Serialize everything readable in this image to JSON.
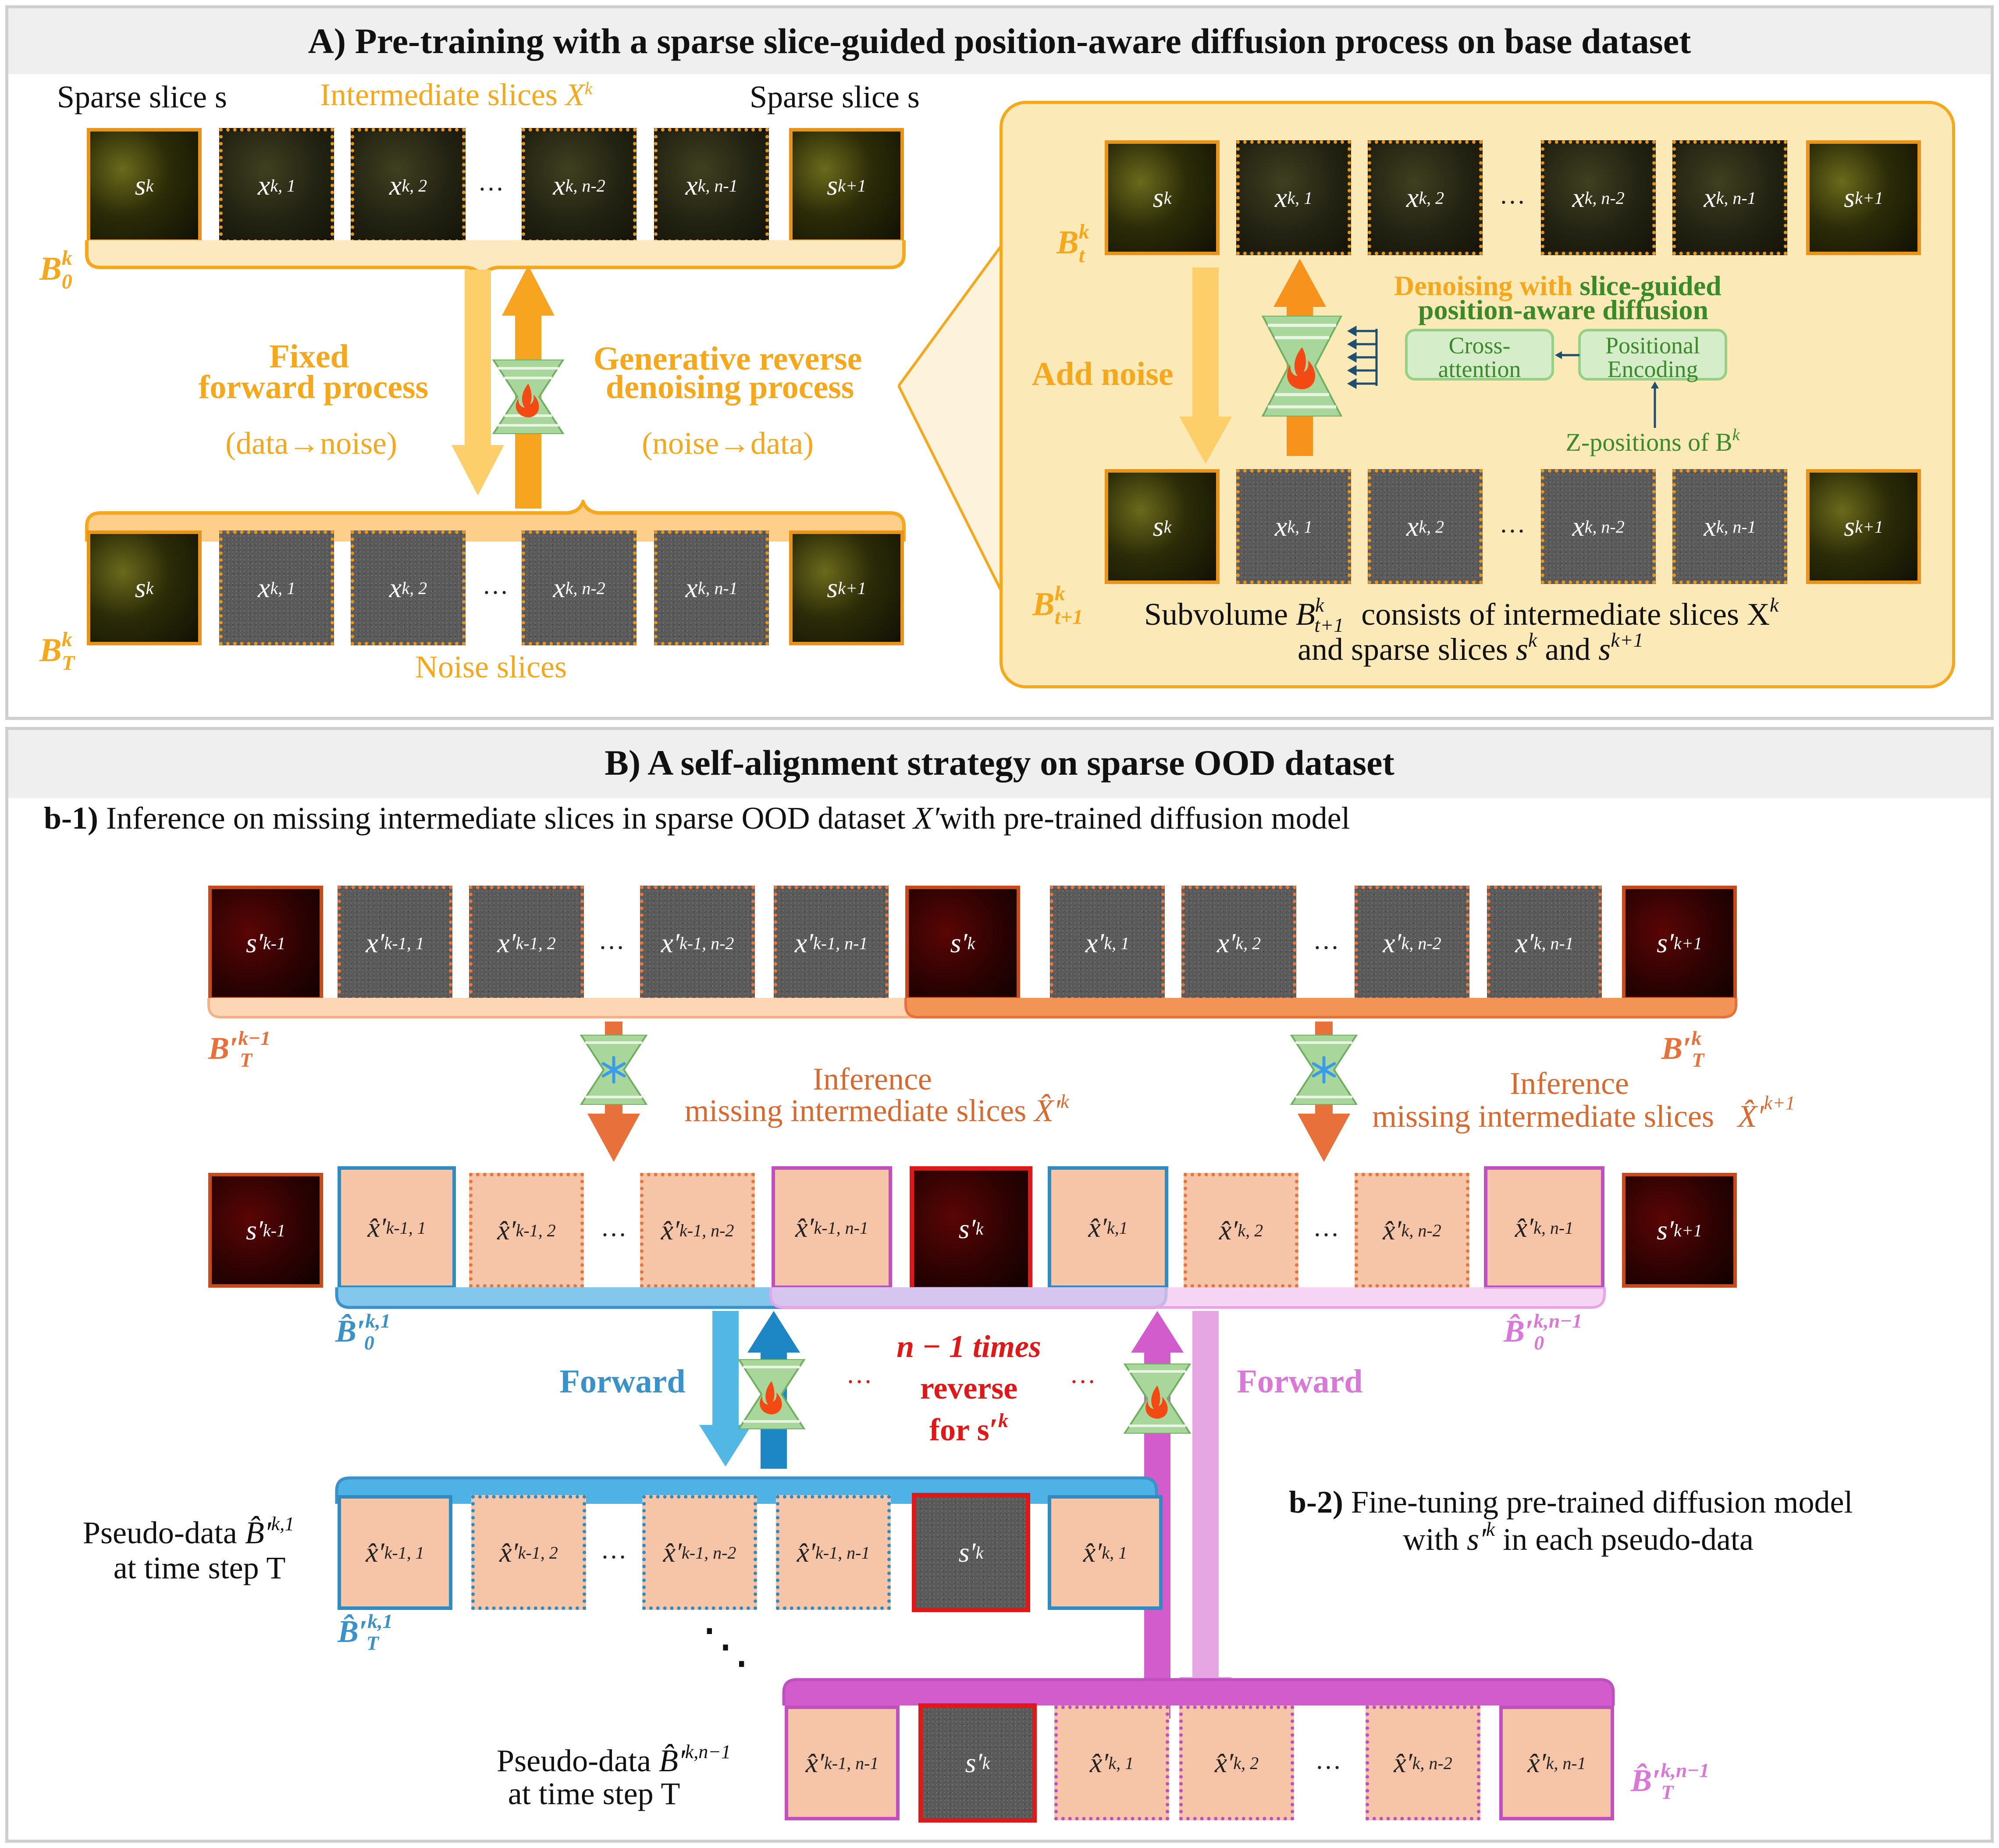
{
  "sectionA": {
    "title": "A) Pre-training with a sparse slice-guided position-aware diffusion process on base dataset",
    "sparse_left": "Sparse slice s",
    "intermediate": "Intermediate slices",
    "intermediate_sym": "X",
    "intermediate_sup": "k",
    "sparse_right": "Sparse slice s",
    "row_top": [
      "s",
      "x",
      "x",
      "…",
      "x",
      "x",
      "s"
    ],
    "row_top_sup": [
      "k",
      "k, 1",
      "k, 2",
      "",
      "k, n-2",
      "k, n-1",
      "k+1"
    ],
    "b0_label": "B",
    "b0_sup": "k",
    "b0_sub": "0",
    "bT_label": "B",
    "bT_sup": "k",
    "bT_sub": "T",
    "fixed1": "Fixed",
    "fixed2": "forward process",
    "fixed3": "(data→noise)",
    "gen1": "Generative reverse",
    "gen2": "denoising process",
    "gen3": "(noise→data)",
    "noise_slices": "Noise slices",
    "inset": {
      "bt_label": "B",
      "bt_sup": "k",
      "bt_sub": "t",
      "bt1_label": "B",
      "bt1_sup": "k",
      "bt1_sub": "t+1",
      "add_noise": "Add noise",
      "denoise_a": "Denoising with",
      "denoise_b": "slice-guided",
      "denoise_c": "position-aware diffusion",
      "cross1": "Cross-",
      "cross2": "attention",
      "pos1": "Positional",
      "pos2": "Encoding",
      "zpos": "Z-positions of B",
      "zpos_sup": "k",
      "sub1a": "Subvolume",
      "sub1b": "B",
      "sub1c": "consists of intermediate slices X",
      "sub2a": "and sparse slices",
      "sub2b": "s",
      "sub2c": "and",
      "sub2d": "s",
      "sup_k": "k",
      "sup_k1": "k+1",
      "sub_t1": "t+1"
    }
  },
  "sectionB": {
    "title": "B) A self-alignment strategy on sparse OOD dataset",
    "b1_bold": "b-1)",
    "b1_text": "Inference on missing intermediate slices in sparse OOD dataset",
    "b1_sym": "X′",
    "b1_tail": "with pre-trained diffusion model",
    "row1_main": [
      "s′",
      "x′",
      "x′",
      "…",
      "x′",
      "x′",
      "s′",
      "x′",
      "x′",
      "…",
      "x′",
      "x′",
      "s′"
    ],
    "row1_sup": [
      "k-1",
      "k-1, 1",
      "k-1, 2",
      "",
      "k-1, n-2",
      "k-1, n-1",
      "k",
      "k, 1",
      "k, 2",
      "",
      "k, n-2",
      "k, n-1",
      "k+1"
    ],
    "row2_main": [
      "s′",
      "x̂′",
      "x̂′",
      "…",
      "x̂′",
      "x̂′",
      "s′",
      "x̂′",
      "x̂′",
      "…",
      "x̂′",
      "x̂′",
      "s′"
    ],
    "row2_sup": [
      "k-1",
      "k-1, 1",
      "k-1, 2",
      "",
      "k-1, n-2",
      "k-1, n-1",
      "k",
      "k,1",
      "k, 2",
      "",
      "k, n-2",
      "k, n-1",
      "k+1"
    ],
    "bT1_label": "B′",
    "bT1_sup": "k−1",
    "bT1_sub": "T",
    "bT2_label": "B′",
    "bT2_sup": "k",
    "bT2_sub": "T",
    "inf1_a": "Inference",
    "inf1_b": "missing intermediate slices",
    "inf1_sym": "X̂′",
    "inf1_sup": "k",
    "inf2_a": "Inference",
    "inf2_b": "missing intermediate slices",
    "inf2_sym": "X̂′",
    "inf2_sup": "k+1",
    "bh0_1_label": "B̂′",
    "bh0_1_sup": "k,1",
    "bh0_1_sub": "0",
    "bh0_n_label": "B̂′",
    "bh0_n_sup": "k,n−1",
    "bh0_n_sub": "0",
    "forward_left": "Forward",
    "forward_right": "Forward",
    "ellipsis": "…",
    "times1": "n − 1 times",
    "times2": "reverse",
    "times3": "for s′",
    "times_sup": "k",
    "pseudo1_a": "Pseudo-data",
    "pseudo1_sym": "B̂′",
    "pseudo1_sup": "k,1",
    "pseudo1_b": "at time step T",
    "bhT_1_label": "B̂′",
    "bhT_1_sup": "k,1",
    "bhT_1_sub": "T",
    "row3_main": [
      "x̂′",
      "x̂′",
      "…",
      "x̂′",
      "x̂′",
      "s′",
      "x̂′"
    ],
    "row3_sup": [
      "k-1, 1",
      "k-1, 2",
      "",
      "k-1, n-2",
      "k-1, n-1",
      "k",
      "k, 1"
    ],
    "b2_bold": "b-2)",
    "b2_text1": "Fine-tuning pre-trained diffusion model",
    "b2_text2a": "with",
    "b2_text2b": "s′",
    "b2_text2sup": "k",
    "b2_text2c": "in each pseudo-data",
    "vdots": "⋱",
    "pseudo2_a": "Pseudo-data",
    "pseudo2_sym": "B̂′",
    "pseudo2_sup": "k,n−1",
    "pseudo2_b": "at time step T",
    "bhT_n_label": "B̂′",
    "bhT_n_sup": "k,n−1",
    "bhT_n_sub": "T",
    "row4_main": [
      "x̂′",
      "s′",
      "x̂′",
      "x̂′",
      "…",
      "x̂′",
      "x̂′"
    ],
    "row4_sup": [
      "k-1, n-1",
      "k",
      "k, 1",
      "k, 2",
      "",
      "k, n-2",
      "k, n-1"
    ]
  },
  "colors": {
    "orange": "#f5a81c",
    "light_orange": "#fde9bf",
    "inset_bg": "#fce9b8",
    "coral": "#e8703a",
    "blue": "#3a92c8",
    "pink": "#d978d8",
    "red": "#e01818",
    "green": "#3a8a2a"
  },
  "icons": [
    "flame-icon",
    "snowflake-icon",
    "hourglass-model-icon"
  ]
}
